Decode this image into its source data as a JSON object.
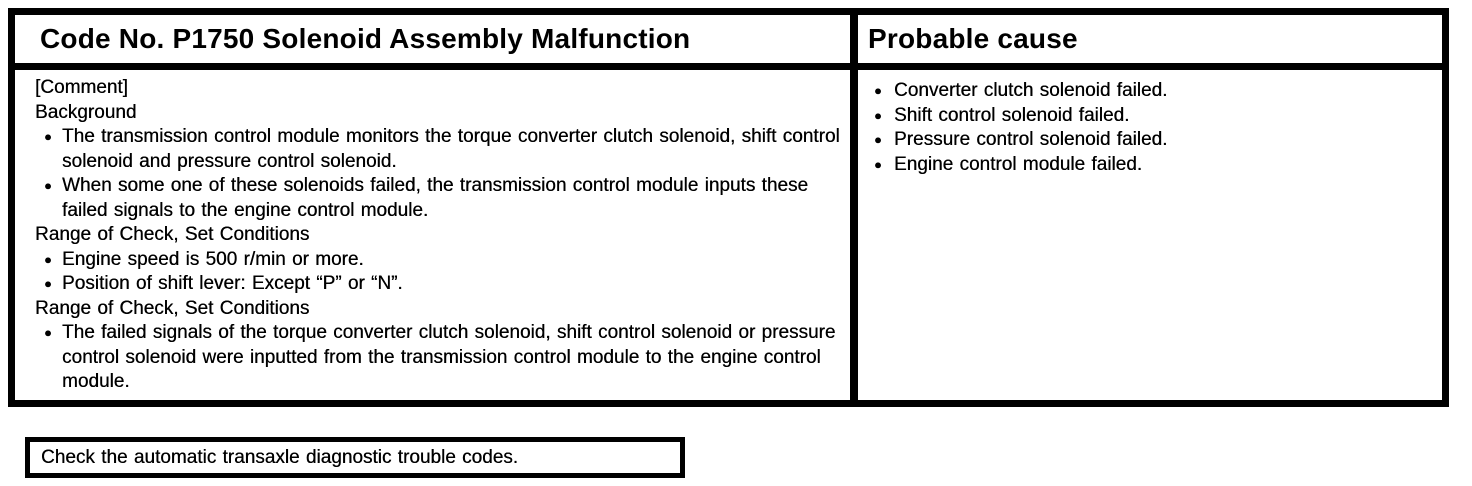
{
  "glyphs": {
    "bullet": "●"
  },
  "colors": {
    "ink": "#000000",
    "paper": "#ffffff"
  },
  "table": {
    "header": {
      "code_title": "Code No. P1750 Solenoid Assembly Malfunction",
      "cause_title": "Probable cause"
    },
    "comment": {
      "tag": "[Comment]",
      "sections": [
        {
          "heading": "Background",
          "bullets": [
            "The transmission control module monitors the torque converter clutch solenoid, shift control solenoid and pressure control solenoid.",
            "When some one of these solenoids failed, the transmission control module inputs these failed signals to the engine control module."
          ]
        },
        {
          "heading": "Range of Check, Set Conditions",
          "bullets": [
            "Engine speed is 500 r/min or more.",
            "Position of shift lever: Except “P” or “N”."
          ]
        },
        {
          "heading": "Range of Check, Set Conditions",
          "bullets": [
            "The failed signals of the torque converter clutch solenoid, shift control solenoid or pressure control solenoid were inputted from the transmission control module to the engine control module."
          ]
        }
      ]
    },
    "probable_causes": [
      "Converter clutch solenoid failed.",
      "Shift control solenoid failed.",
      "Pressure control solenoid failed.",
      "Engine control module failed."
    ]
  },
  "action_box": {
    "text": "Check the automatic transaxle diagnostic trouble codes."
  }
}
